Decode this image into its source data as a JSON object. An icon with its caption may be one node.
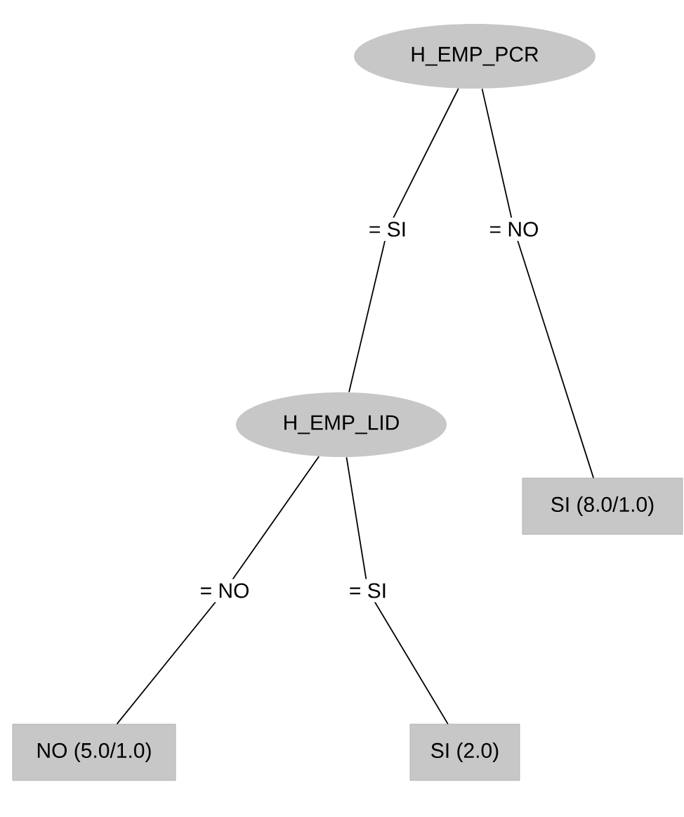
{
  "diagram": {
    "nodes": [
      {
        "text": [
          "H_EMP_PCR"
        ]
      },
      {
        "text": [
          "H_EMP_LID"
        ]
      },
      {
        "text": [
          "SI (8.0/1.0)"
        ]
      },
      {
        "text": [
          "NO (5.0/1.0)"
        ]
      },
      {
        "text": [
          "SI (2.0)"
        ]
      }
    ],
    "edges": [
      {
        "from": 0,
        "to": 1,
        "arrow": "none",
        "label": "= SI"
      },
      {
        "from": 0,
        "to": 2,
        "arrow": "none",
        "label": "= NO"
      },
      {
        "from": 1,
        "to": 3,
        "arrow": "none",
        "label": "= NO"
      },
      {
        "from": 1,
        "to": 4,
        "arrow": "none",
        "label": "= SI"
      }
    ]
  }
}
